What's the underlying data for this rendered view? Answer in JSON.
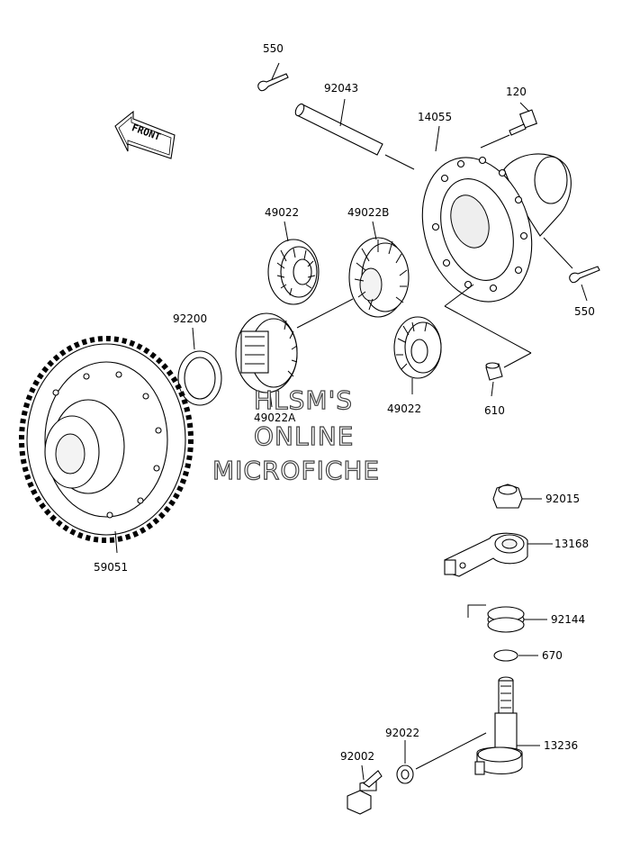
{
  "front_arrow": {
    "label": "FRONT",
    "icon": "front-arrow-icon"
  },
  "watermark": {
    "line1": "HLSM'S",
    "line2": "ONLINE",
    "line3": "MICROFICHE"
  },
  "callouts": [
    {
      "id": "cotter-pin-top",
      "number": "550"
    },
    {
      "id": "pinion-shaft",
      "number": "92043"
    },
    {
      "id": "bolt-top",
      "number": "120"
    },
    {
      "id": "differential-case",
      "number": "14055"
    },
    {
      "id": "pinion-gear-left",
      "number": "49022"
    },
    {
      "id": "side-gear-b",
      "number": "49022B"
    },
    {
      "id": "cotter-pin-right",
      "number": "550"
    },
    {
      "id": "washer",
      "number": "92200"
    },
    {
      "id": "side-gear-a",
      "number": "49022A"
    },
    {
      "id": "pinion-gear-right",
      "number": "49022"
    },
    {
      "id": "dowel-pin",
      "number": "610"
    },
    {
      "id": "ring-gear",
      "number": "59051"
    },
    {
      "id": "nut",
      "number": "92015"
    },
    {
      "id": "lever",
      "number": "13168"
    },
    {
      "id": "spring",
      "number": "92144"
    },
    {
      "id": "o-ring",
      "number": "670"
    },
    {
      "id": "washer-small",
      "number": "92022"
    },
    {
      "id": "shaft",
      "number": "13236"
    },
    {
      "id": "bolt-bottom",
      "number": "92002"
    }
  ]
}
